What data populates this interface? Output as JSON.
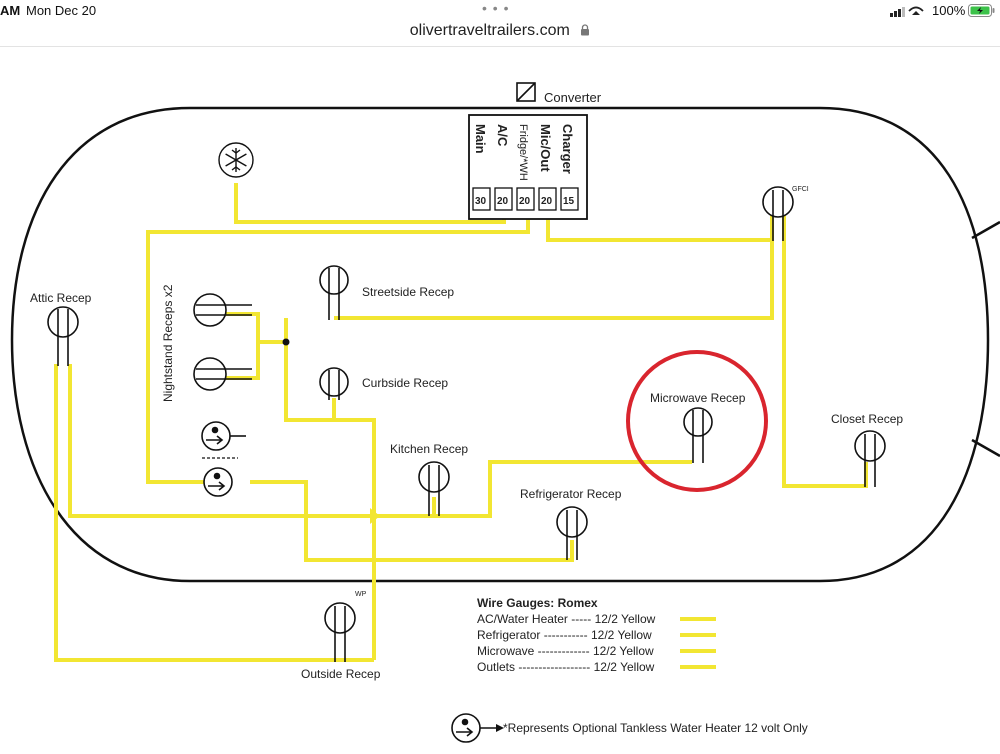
{
  "status": {
    "time": "AM",
    "date": "Mon Dec 20",
    "battery_pct": "100%"
  },
  "browser": {
    "url": "olivertraveltrailers.com"
  },
  "diagram": {
    "converter_label": "Converter",
    "panel_columns": [
      "Main",
      "A/C",
      "Fridge/*WH",
      "Mic/Out",
      "Charger"
    ],
    "breakers": [
      "30",
      "20",
      "20",
      "20",
      "15"
    ],
    "labels": {
      "attic": "Attic Recep",
      "nightstand": "Nightstand Receps x2",
      "streetside": "Streetside Recep",
      "curbside": "Curbside Recep",
      "kitchen": "Kitchen Recep",
      "microwave": "Microwave Recep",
      "refrigerator": "Refrigerator Recep",
      "closet": "Closet Recep",
      "outside": "Outside Recep",
      "gfci": "GFCI",
      "wp": "WP"
    },
    "legend": {
      "title": "Wire Gauges:  Romex",
      "rows": [
        {
          "name": "AC/Water Heater ----- 12/2  Yellow"
        },
        {
          "name": "Refrigerator ----------- 12/2  Yellow"
        },
        {
          "name": "Microwave ------------- 12/2  Yellow"
        },
        {
          "name": "Outlets ------------------ 12/2  Yellow"
        }
      ]
    },
    "footnote": "*Represents Optional Tankless Water Heater 12 volt Only",
    "colors": {
      "wire": "#f2e632",
      "outline": "#111111",
      "highlight": "#d9252e"
    }
  }
}
